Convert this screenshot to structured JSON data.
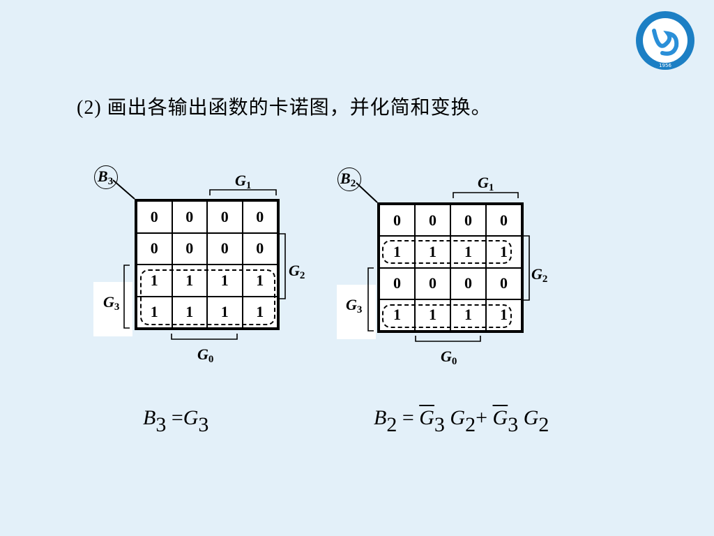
{
  "heading": "(2) 画出各输出函数的卡诺图，并化简和变换。",
  "logo": {
    "text": "1956",
    "colors": {
      "ring": "#1c7fc4",
      "inner": "#ffffff",
      "mark": "#2a8fd8"
    }
  },
  "map_b3": {
    "output_label": "B3",
    "rows": [
      [
        "0",
        "0",
        "0",
        "0"
      ],
      [
        "0",
        "0",
        "0",
        "0"
      ],
      [
        "1",
        "1",
        "1",
        "1"
      ],
      [
        "1",
        "1",
        "1",
        "1"
      ]
    ],
    "labels": {
      "g1": "G1",
      "g2": "G2",
      "g3": "G3",
      "g0": "G0"
    }
  },
  "map_b2": {
    "output_label": "B2",
    "rows": [
      [
        "0",
        "0",
        "0",
        "0"
      ],
      [
        "1",
        "1",
        "1",
        "1"
      ],
      [
        "0",
        "0",
        "0",
        "0"
      ],
      [
        "1",
        "1",
        "1",
        "1"
      ]
    ],
    "labels": {
      "g1": "G1",
      "g2": "G2",
      "g3": "G3",
      "g0": "G0"
    }
  },
  "formula_b3": {
    "lhs": "B",
    "lhs_sub": "3",
    "eq": "=",
    "rhs": "G",
    "rhs_sub": "3"
  },
  "formula_b2": {
    "lhs": "B",
    "lhs_sub": "2",
    "eq": "=",
    "t1a": "G",
    "t1a_sub": "3",
    "t1b": "G",
    "t1b_sub": "2",
    "plus": "+",
    "t2a": "G",
    "t2a_sub": "3",
    "t2b": "G",
    "t2b_sub": "2"
  }
}
